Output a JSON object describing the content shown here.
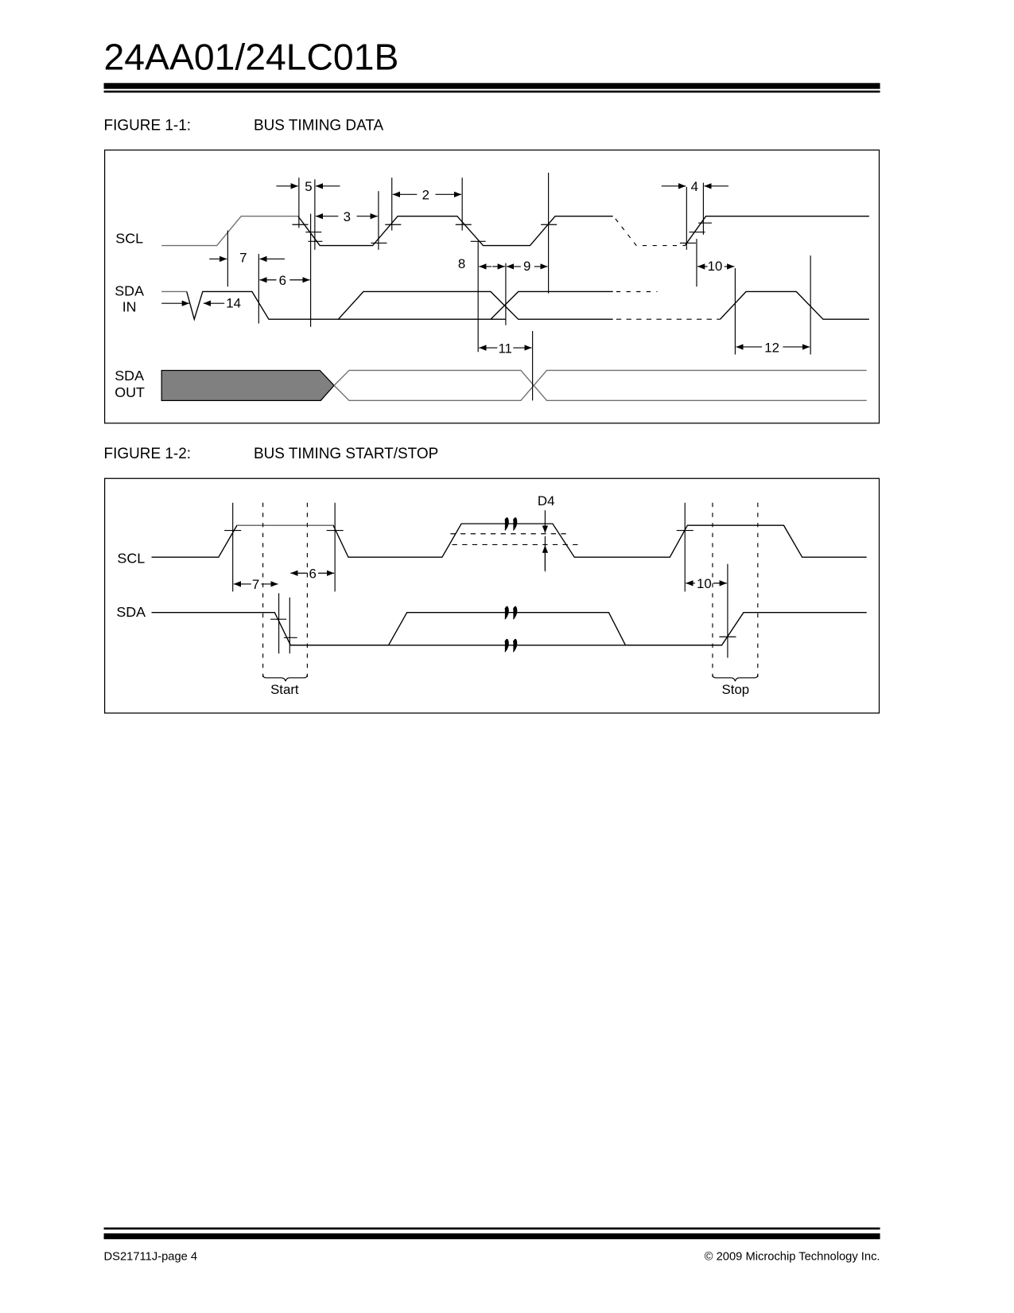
{
  "header": {
    "title": "24AA01/24LC01B"
  },
  "figure1": {
    "label": "FIGURE 1-1:",
    "title": "BUS TIMING DATA",
    "signals": {
      "scl": "SCL",
      "sda_in_1": "SDA",
      "sda_in_2": "IN",
      "sda_out_1": "SDA",
      "sda_out_2": "OUT"
    },
    "params": {
      "p2": "2",
      "p3": "3",
      "p4": "4",
      "p5": "5",
      "p6": "6",
      "p7": "7",
      "p8": "8",
      "p9": "9",
      "p10": "10",
      "p11": "11",
      "p12": "12",
      "p14": "14"
    },
    "colors": {
      "sda_out_fill": "#808080"
    }
  },
  "figure2": {
    "label": "FIGURE 1-2:",
    "title": "BUS TIMING START/STOP",
    "signals": {
      "scl": "SCL",
      "sda": "SDA"
    },
    "params": {
      "p7": "7",
      "p6": "6",
      "d4": "D4",
      "p10": "10"
    },
    "annotations": {
      "start": "Start",
      "stop": "Stop"
    }
  },
  "footer": {
    "doc_page": "DS21711J-page 4",
    "copyright": "© 2009 Microchip Technology Inc."
  }
}
